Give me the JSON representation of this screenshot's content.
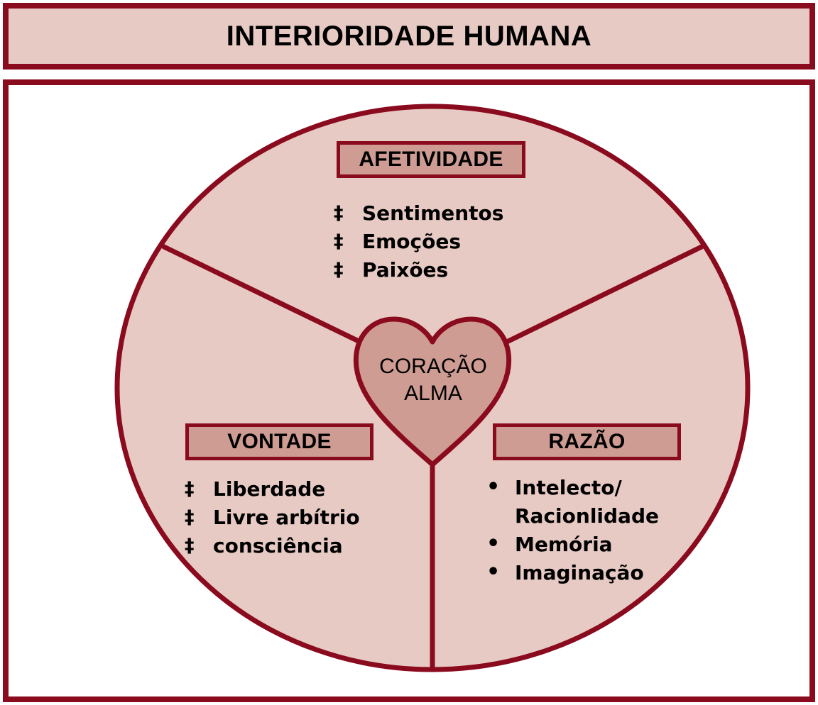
{
  "header": {
    "title": "INTERIORIDADE HUMANA"
  },
  "colors": {
    "border_dark_red": "#8A0A1E",
    "circle_fill": "#E6CAC3",
    "heart_fill": "#CE9C93",
    "label_fill": "#CE9C93",
    "text": "#000000",
    "page_background": "#FFFFFF"
  },
  "center": {
    "line1": "CORAÇÃO",
    "line2": "ALMA",
    "shape": "heart"
  },
  "sections": [
    {
      "id": "afetividade",
      "label": "AFETIVIDADE",
      "bullet_symbol": "‡",
      "bullet_type": "double-dagger",
      "items": [
        "Sentimentos",
        "Emoções",
        "Paixões"
      ]
    },
    {
      "id": "vontade",
      "label": "VONTADE",
      "bullet_symbol": "‡",
      "bullet_type": "double-dagger",
      "items": [
        "Liberdade",
        "Livre arbítrio",
        "consciência"
      ]
    },
    {
      "id": "razao",
      "label": "RAZÃO",
      "bullet_symbol": "•",
      "bullet_type": "disc",
      "items": [
        "Intelecto/\nRacionlidade",
        "Memória",
        "Imaginação"
      ]
    }
  ]
}
